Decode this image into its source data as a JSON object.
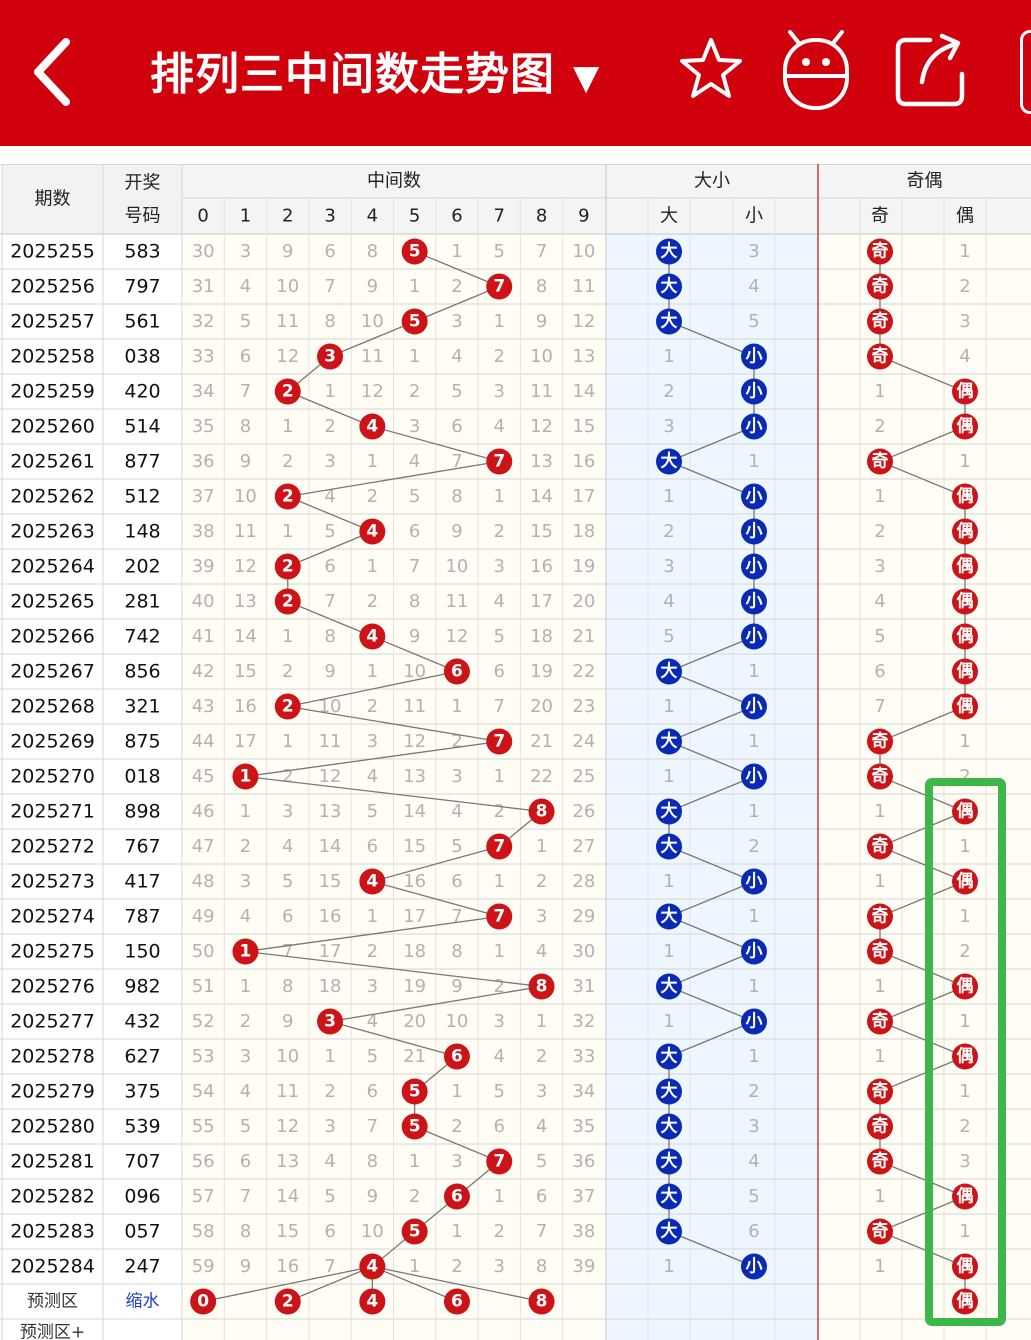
{
  "header": {
    "title": "排列三中间数走势图",
    "caret": "▼",
    "icons": [
      "back-chevron-icon",
      "star-icon",
      "robot-icon",
      "share-icon"
    ]
  },
  "table": {
    "col_period": "期数",
    "col_draw_top": "开奖",
    "col_draw_bottom": "号码",
    "group_mid": "中间数",
    "group_size": "大小",
    "group_parity": "奇偶",
    "mid_digits": [
      "0",
      "1",
      "2",
      "3",
      "4",
      "5",
      "6",
      "7",
      "8",
      "9"
    ],
    "size_labels": [
      "大",
      "小"
    ],
    "parity_labels": [
      "奇",
      "偶"
    ],
    "rows": [
      {
        "period": "2025255",
        "draw": "583",
        "mid": 5,
        "mid_miss": [
          30,
          3,
          9,
          6,
          8,
          null,
          1,
          5,
          7,
          10
        ],
        "size": "大",
        "size_miss": [
          null,
          3
        ],
        "parity": "奇",
        "parity_miss": [
          null,
          1
        ]
      },
      {
        "period": "2025256",
        "draw": "797",
        "mid": 7,
        "mid_miss": [
          31,
          4,
          10,
          7,
          9,
          1,
          2,
          null,
          8,
          11
        ],
        "size": "大",
        "size_miss": [
          null,
          4
        ],
        "parity": "奇",
        "parity_miss": [
          null,
          2
        ]
      },
      {
        "period": "2025257",
        "draw": "561",
        "mid": 5,
        "mid_miss": [
          32,
          5,
          11,
          8,
          10,
          null,
          3,
          1,
          9,
          12
        ],
        "size": "大",
        "size_miss": [
          null,
          5
        ],
        "parity": "奇",
        "parity_miss": [
          null,
          3
        ]
      },
      {
        "period": "2025258",
        "draw": "038",
        "mid": 3,
        "mid_miss": [
          33,
          6,
          12,
          null,
          11,
          1,
          4,
          2,
          10,
          13
        ],
        "size": "小",
        "size_miss": [
          1,
          null
        ],
        "parity": "奇",
        "parity_miss": [
          null,
          4
        ]
      },
      {
        "period": "2025259",
        "draw": "420",
        "mid": 2,
        "mid_miss": [
          34,
          7,
          null,
          1,
          12,
          2,
          5,
          3,
          11,
          14
        ],
        "size": "小",
        "size_miss": [
          2,
          null
        ],
        "parity": "偶",
        "parity_miss": [
          1,
          null
        ]
      },
      {
        "period": "2025260",
        "draw": "514",
        "mid": 4,
        "mid_miss": [
          35,
          8,
          1,
          2,
          null,
          3,
          6,
          4,
          12,
          15
        ],
        "size": "小",
        "size_miss": [
          3,
          null
        ],
        "parity": "偶",
        "parity_miss": [
          2,
          null
        ]
      },
      {
        "period": "2025261",
        "draw": "877",
        "mid": 7,
        "mid_miss": [
          36,
          9,
          2,
          3,
          1,
          4,
          7,
          null,
          13,
          16
        ],
        "size": "大",
        "size_miss": [
          null,
          1
        ],
        "parity": "奇",
        "parity_miss": [
          null,
          1
        ]
      },
      {
        "period": "2025262",
        "draw": "512",
        "mid": 2,
        "mid_miss": [
          37,
          10,
          null,
          4,
          2,
          5,
          8,
          1,
          14,
          17
        ],
        "size": "小",
        "size_miss": [
          1,
          null
        ],
        "parity": "偶",
        "parity_miss": [
          1,
          null
        ]
      },
      {
        "period": "2025263",
        "draw": "148",
        "mid": 4,
        "mid_miss": [
          38,
          11,
          1,
          5,
          null,
          6,
          9,
          2,
          15,
          18
        ],
        "size": "小",
        "size_miss": [
          2,
          null
        ],
        "parity": "偶",
        "parity_miss": [
          2,
          null
        ]
      },
      {
        "period": "2025264",
        "draw": "202",
        "mid": 2,
        "mid_miss": [
          39,
          12,
          null,
          6,
          1,
          7,
          10,
          3,
          16,
          19
        ],
        "size": "小",
        "size_miss": [
          3,
          null
        ],
        "parity": "偶",
        "parity_miss": [
          3,
          null
        ]
      },
      {
        "period": "2025265",
        "draw": "281",
        "mid": 2,
        "mid_miss": [
          40,
          13,
          null,
          7,
          2,
          8,
          11,
          4,
          17,
          20
        ],
        "size": "小",
        "size_miss": [
          4,
          null
        ],
        "parity": "偶",
        "parity_miss": [
          4,
          null
        ]
      },
      {
        "period": "2025266",
        "draw": "742",
        "mid": 4,
        "mid_miss": [
          41,
          14,
          1,
          8,
          null,
          9,
          12,
          5,
          18,
          21
        ],
        "size": "小",
        "size_miss": [
          5,
          null
        ],
        "parity": "偶",
        "parity_miss": [
          5,
          null
        ]
      },
      {
        "period": "2025267",
        "draw": "856",
        "mid": 6,
        "mid_miss": [
          42,
          15,
          2,
          9,
          1,
          10,
          null,
          6,
          19,
          22
        ],
        "size": "大",
        "size_miss": [
          null,
          1
        ],
        "parity": "偶",
        "parity_miss": [
          6,
          null
        ]
      },
      {
        "period": "2025268",
        "draw": "321",
        "mid": 2,
        "mid_miss": [
          43,
          16,
          null,
          10,
          2,
          11,
          1,
          7,
          20,
          23
        ],
        "size": "小",
        "size_miss": [
          1,
          null
        ],
        "parity": "偶",
        "parity_miss": [
          7,
          null
        ]
      },
      {
        "period": "2025269",
        "draw": "875",
        "mid": 7,
        "mid_miss": [
          44,
          17,
          1,
          11,
          3,
          12,
          2,
          null,
          21,
          24
        ],
        "size": "大",
        "size_miss": [
          null,
          1
        ],
        "parity": "奇",
        "parity_miss": [
          null,
          1
        ]
      },
      {
        "period": "2025270",
        "draw": "018",
        "mid": 1,
        "mid_miss": [
          45,
          null,
          2,
          12,
          4,
          13,
          3,
          1,
          22,
          25
        ],
        "size": "小",
        "size_miss": [
          1,
          null
        ],
        "parity": "奇",
        "parity_miss": [
          null,
          2
        ]
      },
      {
        "period": "2025271",
        "draw": "898",
        "mid": 8,
        "mid_miss": [
          46,
          1,
          3,
          13,
          5,
          14,
          4,
          2,
          null,
          26
        ],
        "size": "大",
        "size_miss": [
          null,
          1
        ],
        "parity": "偶",
        "parity_miss": [
          1,
          null
        ]
      },
      {
        "period": "2025272",
        "draw": "767",
        "mid": 7,
        "mid_miss": [
          47,
          2,
          4,
          14,
          6,
          15,
          5,
          null,
          1,
          27
        ],
        "size": "大",
        "size_miss": [
          null,
          2
        ],
        "parity": "奇",
        "parity_miss": [
          null,
          1
        ]
      },
      {
        "period": "2025273",
        "draw": "417",
        "mid": 4,
        "mid_miss": [
          48,
          3,
          5,
          15,
          null,
          16,
          6,
          1,
          2,
          28
        ],
        "size": "小",
        "size_miss": [
          1,
          null
        ],
        "parity": "偶",
        "parity_miss": [
          1,
          null
        ]
      },
      {
        "period": "2025274",
        "draw": "787",
        "mid": 7,
        "mid_miss": [
          49,
          4,
          6,
          16,
          1,
          17,
          7,
          null,
          3,
          29
        ],
        "size": "大",
        "size_miss": [
          null,
          1
        ],
        "parity": "奇",
        "parity_miss": [
          null,
          1
        ]
      },
      {
        "period": "2025275",
        "draw": "150",
        "mid": 1,
        "mid_miss": [
          50,
          null,
          7,
          17,
          2,
          18,
          8,
          1,
          4,
          30
        ],
        "size": "小",
        "size_miss": [
          1,
          null
        ],
        "parity": "奇",
        "parity_miss": [
          null,
          2
        ]
      },
      {
        "period": "2025276",
        "draw": "982",
        "mid": 8,
        "mid_miss": [
          51,
          1,
          8,
          18,
          3,
          19,
          9,
          2,
          null,
          31
        ],
        "size": "大",
        "size_miss": [
          null,
          1
        ],
        "parity": "偶",
        "parity_miss": [
          1,
          null
        ]
      },
      {
        "period": "2025277",
        "draw": "432",
        "mid": 3,
        "mid_miss": [
          52,
          2,
          9,
          null,
          4,
          20,
          10,
          3,
          1,
          32
        ],
        "size": "小",
        "size_miss": [
          1,
          null
        ],
        "parity": "奇",
        "parity_miss": [
          null,
          1
        ]
      },
      {
        "period": "2025278",
        "draw": "627",
        "mid": 6,
        "mid_miss": [
          53,
          3,
          10,
          1,
          5,
          21,
          null,
          4,
          2,
          33
        ],
        "size": "大",
        "size_miss": [
          null,
          1
        ],
        "parity": "偶",
        "parity_miss": [
          1,
          null
        ]
      },
      {
        "period": "2025279",
        "draw": "375",
        "mid": 5,
        "mid_miss": [
          54,
          4,
          11,
          2,
          6,
          null,
          1,
          5,
          3,
          34
        ],
        "size": "大",
        "size_miss": [
          null,
          2
        ],
        "parity": "奇",
        "parity_miss": [
          null,
          1
        ]
      },
      {
        "period": "2025280",
        "draw": "539",
        "mid": 5,
        "mid_miss": [
          55,
          5,
          12,
          3,
          7,
          null,
          2,
          6,
          4,
          35
        ],
        "size": "大",
        "size_miss": [
          null,
          3
        ],
        "parity": "奇",
        "parity_miss": [
          null,
          2
        ]
      },
      {
        "period": "2025281",
        "draw": "707",
        "mid": 7,
        "mid_miss": [
          56,
          6,
          13,
          4,
          8,
          1,
          3,
          null,
          5,
          36
        ],
        "size": "大",
        "size_miss": [
          null,
          4
        ],
        "parity": "奇",
        "parity_miss": [
          null,
          3
        ]
      },
      {
        "period": "2025282",
        "draw": "096",
        "mid": 6,
        "mid_miss": [
          57,
          7,
          14,
          5,
          9,
          2,
          null,
          1,
          6,
          37
        ],
        "size": "大",
        "size_miss": [
          null,
          5
        ],
        "parity": "偶",
        "parity_miss": [
          1,
          null
        ]
      },
      {
        "period": "2025283",
        "draw": "057",
        "mid": 5,
        "mid_miss": [
          58,
          8,
          15,
          6,
          10,
          null,
          1,
          2,
          7,
          38
        ],
        "size": "大",
        "size_miss": [
          null,
          6
        ],
        "parity": "奇",
        "parity_miss": [
          null,
          1
        ]
      },
      {
        "period": "2025284",
        "draw": "247",
        "mid": 4,
        "mid_miss": [
          59,
          9,
          16,
          7,
          null,
          1,
          2,
          3,
          8,
          39
        ],
        "size": "小",
        "size_miss": [
          1,
          null
        ],
        "parity": "偶",
        "parity_miss": [
          1,
          null
        ]
      }
    ],
    "predict_label": "预测区",
    "predict_link": "缩水",
    "predict_mid": [
      0,
      2,
      4,
      6,
      8
    ],
    "predict_parity": "偶",
    "predict2_label": "预测区+"
  },
  "colors": {
    "brand_red": "#d0000c",
    "ball_red": "#cc1418",
    "ball_blue": "#0a2ab5",
    "highlight_green": "#3cb84a",
    "size_bg": "#eef6ff",
    "mid_bg": "#fffdf4"
  }
}
